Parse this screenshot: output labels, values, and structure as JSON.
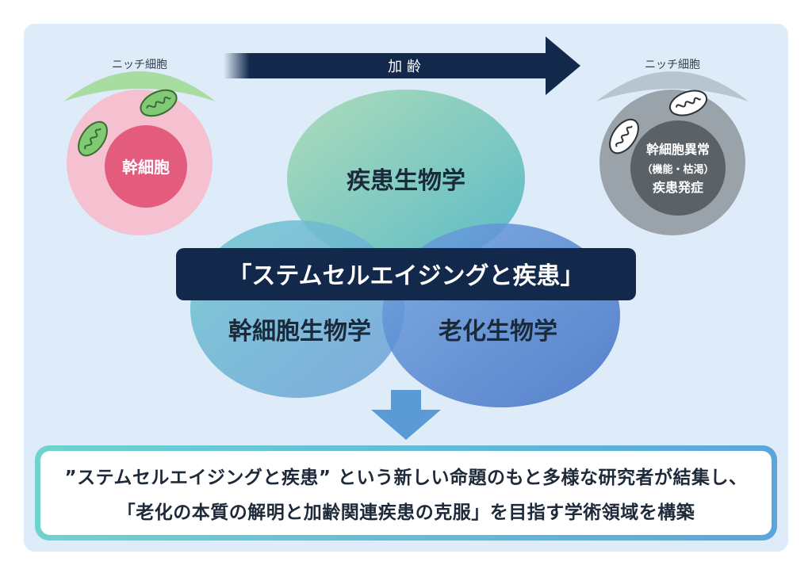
{
  "colors": {
    "panel_bg": "#deebf8",
    "arrow_navy": "#13294b",
    "title_bar": "#13294b",
    "stem_cell_pink": "#e35b7d",
    "stem_cell_outer": "#f5c0cf",
    "niche_green": "#a8dca0",
    "aged_gray": "#5a6268",
    "aged_outer": "#9aa3aa",
    "niche_gray": "#b7c5d0",
    "border_teal": "#6fd3cf",
    "border_blue": "#5aa6dc"
  },
  "aging_arrow": {
    "label": "加 齢"
  },
  "young_cell": {
    "niche_label": "ニッチ細胞",
    "core_label": "幹細胞"
  },
  "aged_cell": {
    "niche_label": "ニッチ細胞",
    "core_lines": [
      "幹細胞異常",
      "（機能・枯渇）",
      "疾患発症"
    ]
  },
  "venn": {
    "top": "疾患生物学",
    "left": "幹細胞生物学",
    "right": "老化生物学"
  },
  "title": "「ステムセルエイジングと疾患」",
  "summary": {
    "line1": "”ステムセルエイジングと疾患” という新しい命題のもと多様な研究者が結集し、",
    "line2": "「老化の本質の解明と加齢関連疾患の克服」を目指す学術領域を構築"
  }
}
